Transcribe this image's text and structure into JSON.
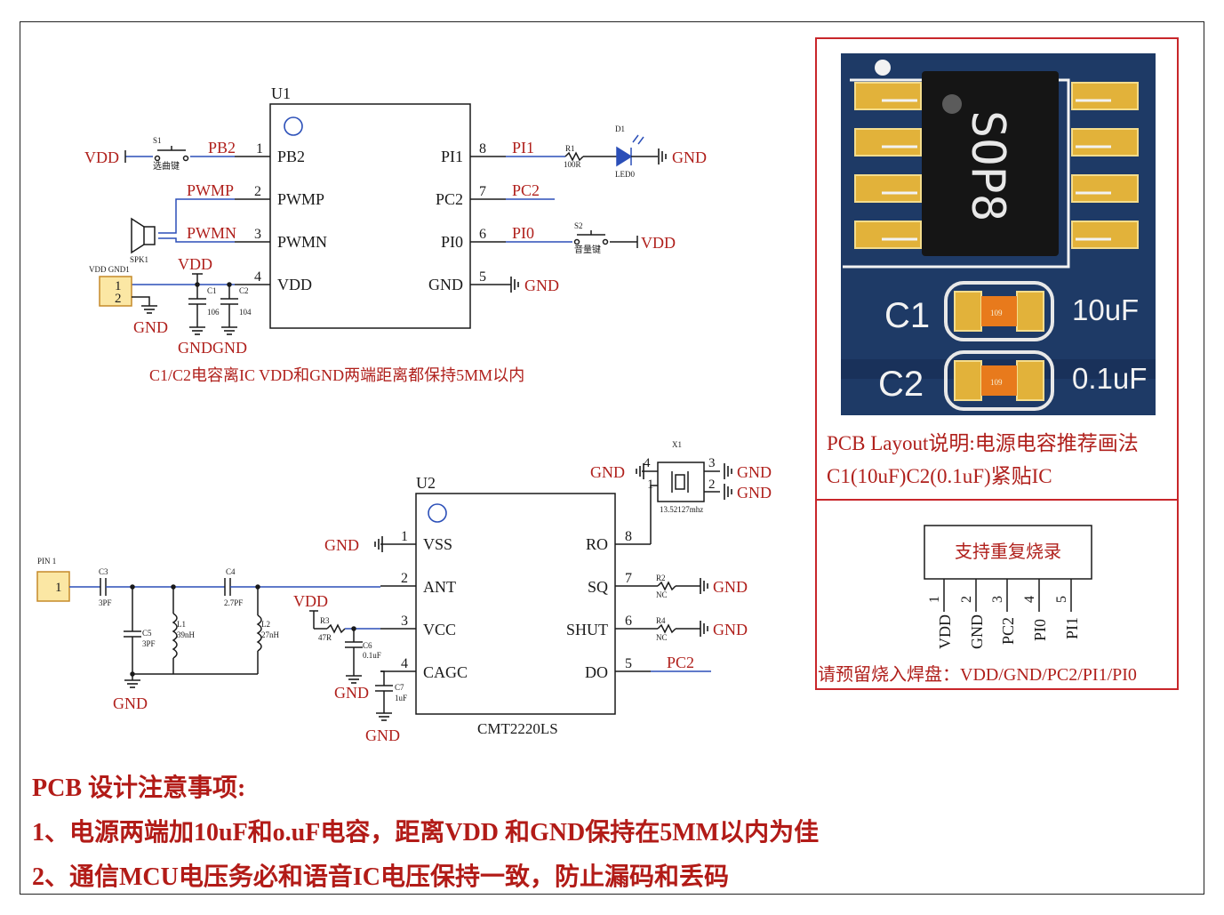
{
  "u1": {
    "ref": "U1",
    "pins": [
      {
        "num": "1",
        "name": "PB2",
        "net": "PB2"
      },
      {
        "num": "2",
        "name": "PWMP",
        "net": "PWMP"
      },
      {
        "num": "3",
        "name": "PWMN",
        "net": "PWMN"
      },
      {
        "num": "4",
        "name": "VDD",
        "net": ""
      },
      {
        "num": "8",
        "name": "PI1",
        "net": "PI1"
      },
      {
        "num": "7",
        "name": "PC2",
        "net": "PC2"
      },
      {
        "num": "6",
        "name": "PI0",
        "net": "PI0"
      },
      {
        "num": "5",
        "name": "GND",
        "net": ""
      }
    ],
    "parts": {
      "s1": "S1",
      "s1_label": "选曲键",
      "s2": "S2",
      "s2_label": "音量键",
      "r1": "R1",
      "r1_val": "100R",
      "d1": "D1",
      "d1_val": "LED0",
      "spk": "SPK1",
      "conn": "VDD GND1",
      "conn_p1": "1",
      "conn_p2": "2",
      "c1": "C1",
      "c1_val": "106",
      "c2": "C2",
      "c2_val": "104"
    },
    "nets": {
      "vdd": "VDD",
      "gnd": "GND",
      "gnd_pair": "GNDGND"
    },
    "note": "C1/C2电容离IC VDD和GND两端距离都保持5MM以内"
  },
  "u2": {
    "ref": "U2",
    "model": "CMT2220LS",
    "pins": [
      {
        "num": "1",
        "name": "VSS"
      },
      {
        "num": "2",
        "name": "ANT"
      },
      {
        "num": "3",
        "name": "VCC"
      },
      {
        "num": "4",
        "name": "CAGC"
      },
      {
        "num": "8",
        "name": "RO"
      },
      {
        "num": "7",
        "name": "SQ"
      },
      {
        "num": "6",
        "name": "SHUT"
      },
      {
        "num": "5",
        "name": "DO"
      }
    ],
    "parts": {
      "pin1": "PIN 1",
      "pin1_num": "1",
      "c3": "C3",
      "c3_val": "3PF",
      "c4": "C4",
      "c4_val": "2.7PF",
      "c5": "C5",
      "c5_val": "3PF",
      "l1": "L1",
      "l1_val": "39nH",
      "l2": "L2",
      "l2_val": "27nH",
      "r3": "R3",
      "r3_val": "47R",
      "c6": "C6",
      "c6_val": "0.1uF",
      "c7": "C7",
      "c7_val": "1uF",
      "r2": "R2",
      "r2_val": "NC",
      "r4": "R4",
      "r4_val": "NC",
      "x1": "X1",
      "x1_val": "13.52127mhz",
      "x1_p1": "1",
      "x1_p2": "2",
      "x1_p3": "3",
      "x1_p4": "4"
    },
    "nets": {
      "vdd": "VDD",
      "gnd": "GND",
      "pc2": "PC2"
    }
  },
  "layout_panel": {
    "chip_label": "SOP8",
    "c1_label": "C1",
    "c1_value": "10uF",
    "c2_label": "C2",
    "c2_value": "0.1uF",
    "pad_mark": "109",
    "desc_line1": "PCB Layout说明:电源电容推荐画法",
    "desc_line2": "C1(10uF)C2(0.1uF)紧贴IC"
  },
  "burn_panel": {
    "header": "支持重复烧录",
    "pins": [
      {
        "num": "1",
        "name": "VDD"
      },
      {
        "num": "2",
        "name": "GND"
      },
      {
        "num": "3",
        "name": "PC2"
      },
      {
        "num": "4",
        "name": "PI0"
      },
      {
        "num": "5",
        "name": "PI1"
      }
    ],
    "note": "请预留烧入焊盘：VDD/GND/PC2/PI1/PI0"
  },
  "notes": {
    "title": "PCB  设计注意事项:",
    "line1": "1、电源两端加10uF和o.uF电容，距离VDD  和GND保持在5MM以内为佳",
    "line2": "2、通信MCU电压务必和语音IC电压保持一致，防止漏码和丢码"
  },
  "colors": {
    "accent_red": "#b0201c",
    "board_blue": "#1e3a66",
    "pad_gold": "#e2b23a",
    "chip_black": "#151515"
  }
}
